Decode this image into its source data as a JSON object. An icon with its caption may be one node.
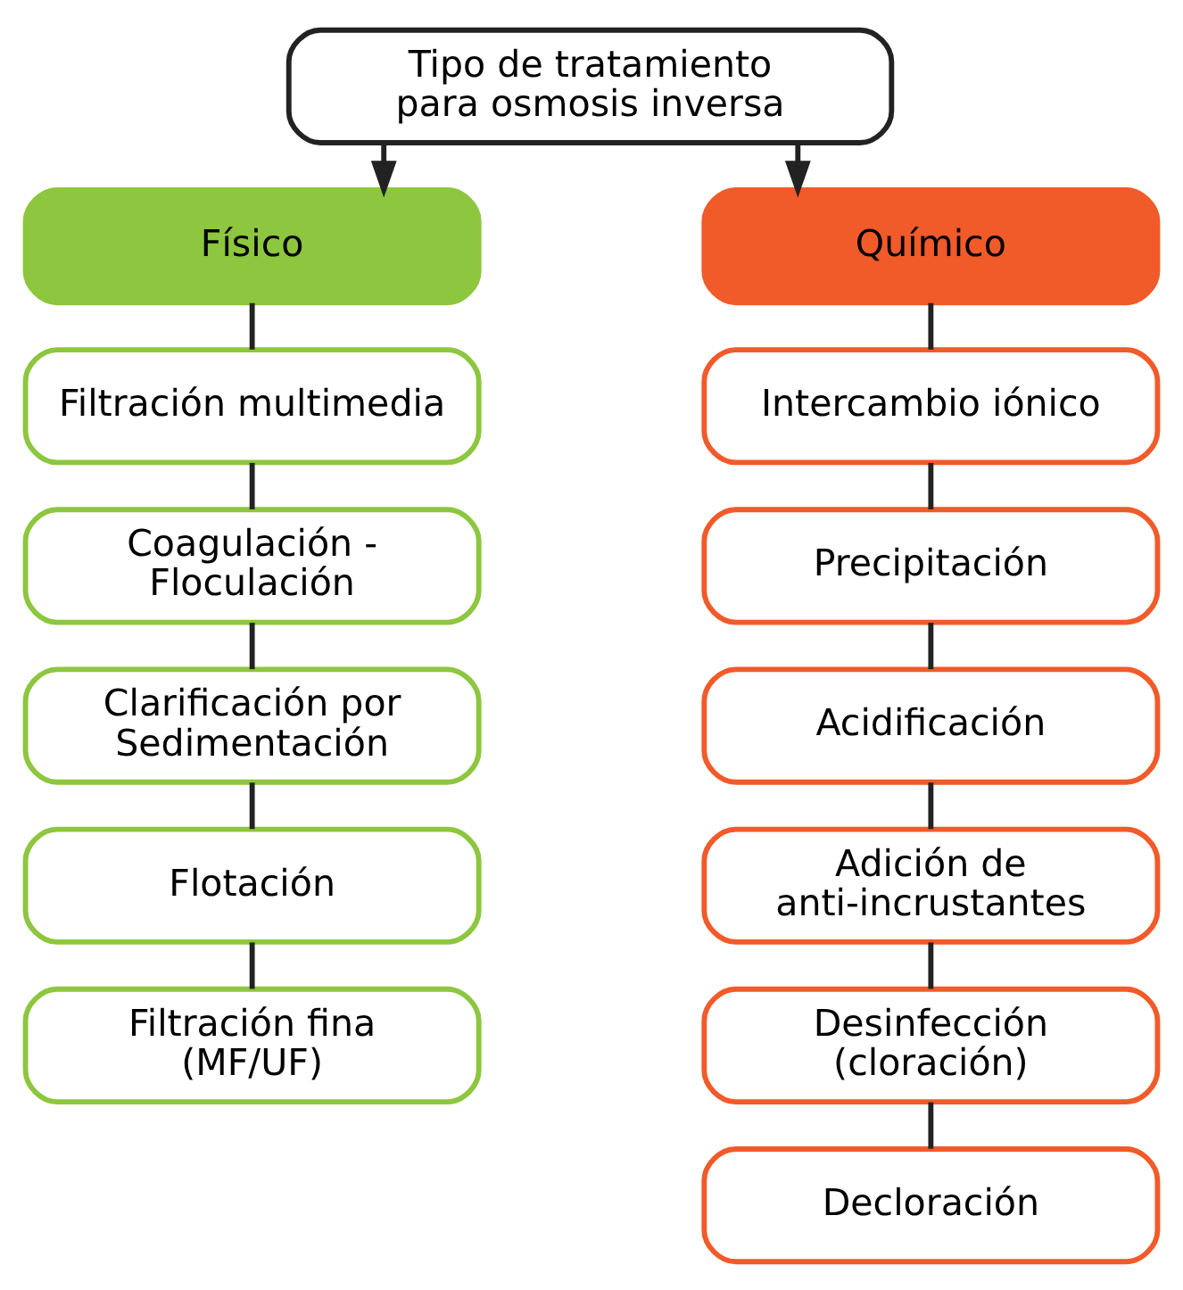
{
  "diagram": {
    "nodes": [
      {
        "text": [
          "Tipo de tratamiento para osmosis inversa"
        ]
      },
      {
        "text": [
          "Físico"
        ]
      },
      {
        "text": [
          "Filtración multimedia"
        ]
      },
      {
        "text": [
          "Coagulación - Floculación"
        ]
      },
      {
        "text": [
          "Clarificación por Sedimentación"
        ]
      },
      {
        "text": [
          "Flotación"
        ]
      },
      {
        "text": [
          "Filtración fina (MF/UF)"
        ]
      },
      {
        "text": [
          "Químico"
        ]
      },
      {
        "text": [
          "Intercambio iónico"
        ]
      },
      {
        "text": [
          "Precipitación"
        ]
      },
      {
        "text": [
          "Acidificación"
        ]
      },
      {
        "text": [
          "Adición de anti-incrustantes"
        ]
      },
      {
        "text": [
          "Desinfección (cloración)"
        ]
      },
      {
        "text": [
          "Decloración"
        ]
      }
    ],
    "edges": [
      {
        "from": 0,
        "to": 1,
        "arrow": "to"
      },
      {
        "from": 0,
        "to": 7,
        "arrow": "to"
      },
      {
        "from": 1,
        "to": 2,
        "arrow": "none"
      },
      {
        "from": 2,
        "to": 3,
        "arrow": "none"
      },
      {
        "from": 3,
        "to": 4,
        "arrow": "none"
      },
      {
        "from": 4,
        "to": 5,
        "arrow": "none"
      },
      {
        "from": 5,
        "to": 6,
        "arrow": "none"
      },
      {
        "from": 7,
        "to": 8,
        "arrow": "none"
      },
      {
        "from": 8,
        "to": 9,
        "arrow": "none"
      },
      {
        "from": 9,
        "to": 10,
        "arrow": "none"
      },
      {
        "from": 10,
        "to": 11,
        "arrow": "none"
      },
      {
        "from": 11,
        "to": 12,
        "arrow": "none"
      },
      {
        "from": 12,
        "to": 13,
        "arrow": "none"
      }
    ]
  }
}
